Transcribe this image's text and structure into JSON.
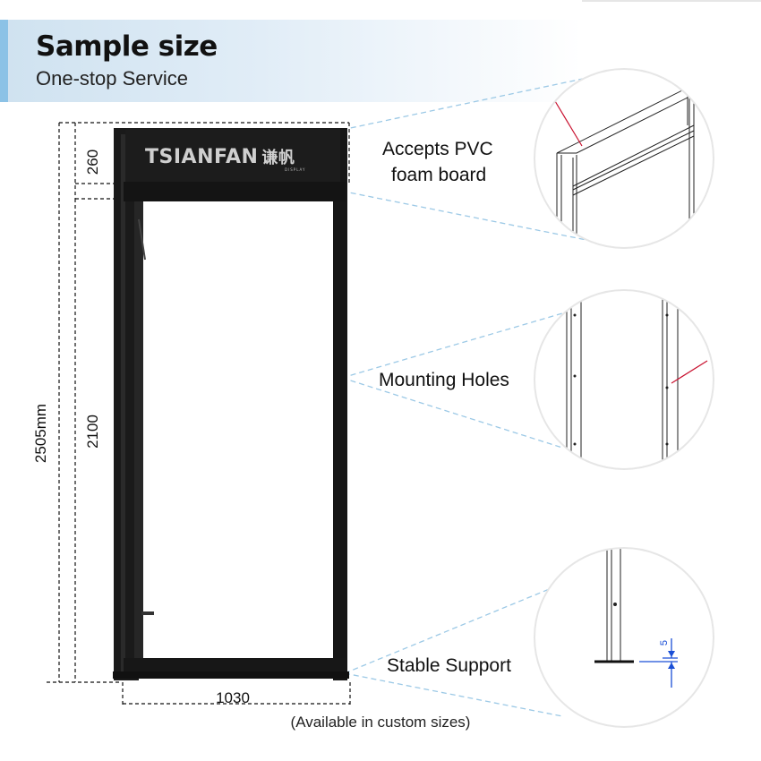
{
  "header": {
    "title": "Sample size",
    "subtitle": "One-stop Service"
  },
  "product": {
    "brand": "TSIANFAN",
    "brand_cn": "谦帆",
    "brand_sub": "DISPLAY"
  },
  "dimensions": {
    "total_height": "2505mm",
    "top_panel": "260",
    "frame_height": "2100",
    "width": "1030",
    "detail_height": "5"
  },
  "callouts": {
    "feature1": [
      "Accepts PVC",
      "foam board"
    ],
    "feature2": "Mounting Holes",
    "feature3": "Stable Support"
  },
  "footer_note": "(Available in custom sizes)",
  "colors": {
    "accent": "#8cc2e6",
    "frame": "#1a1a1a",
    "leader": "#9cc9e6",
    "marker_red": "#c8102e",
    "marker_blue": "#1a4fd6"
  }
}
